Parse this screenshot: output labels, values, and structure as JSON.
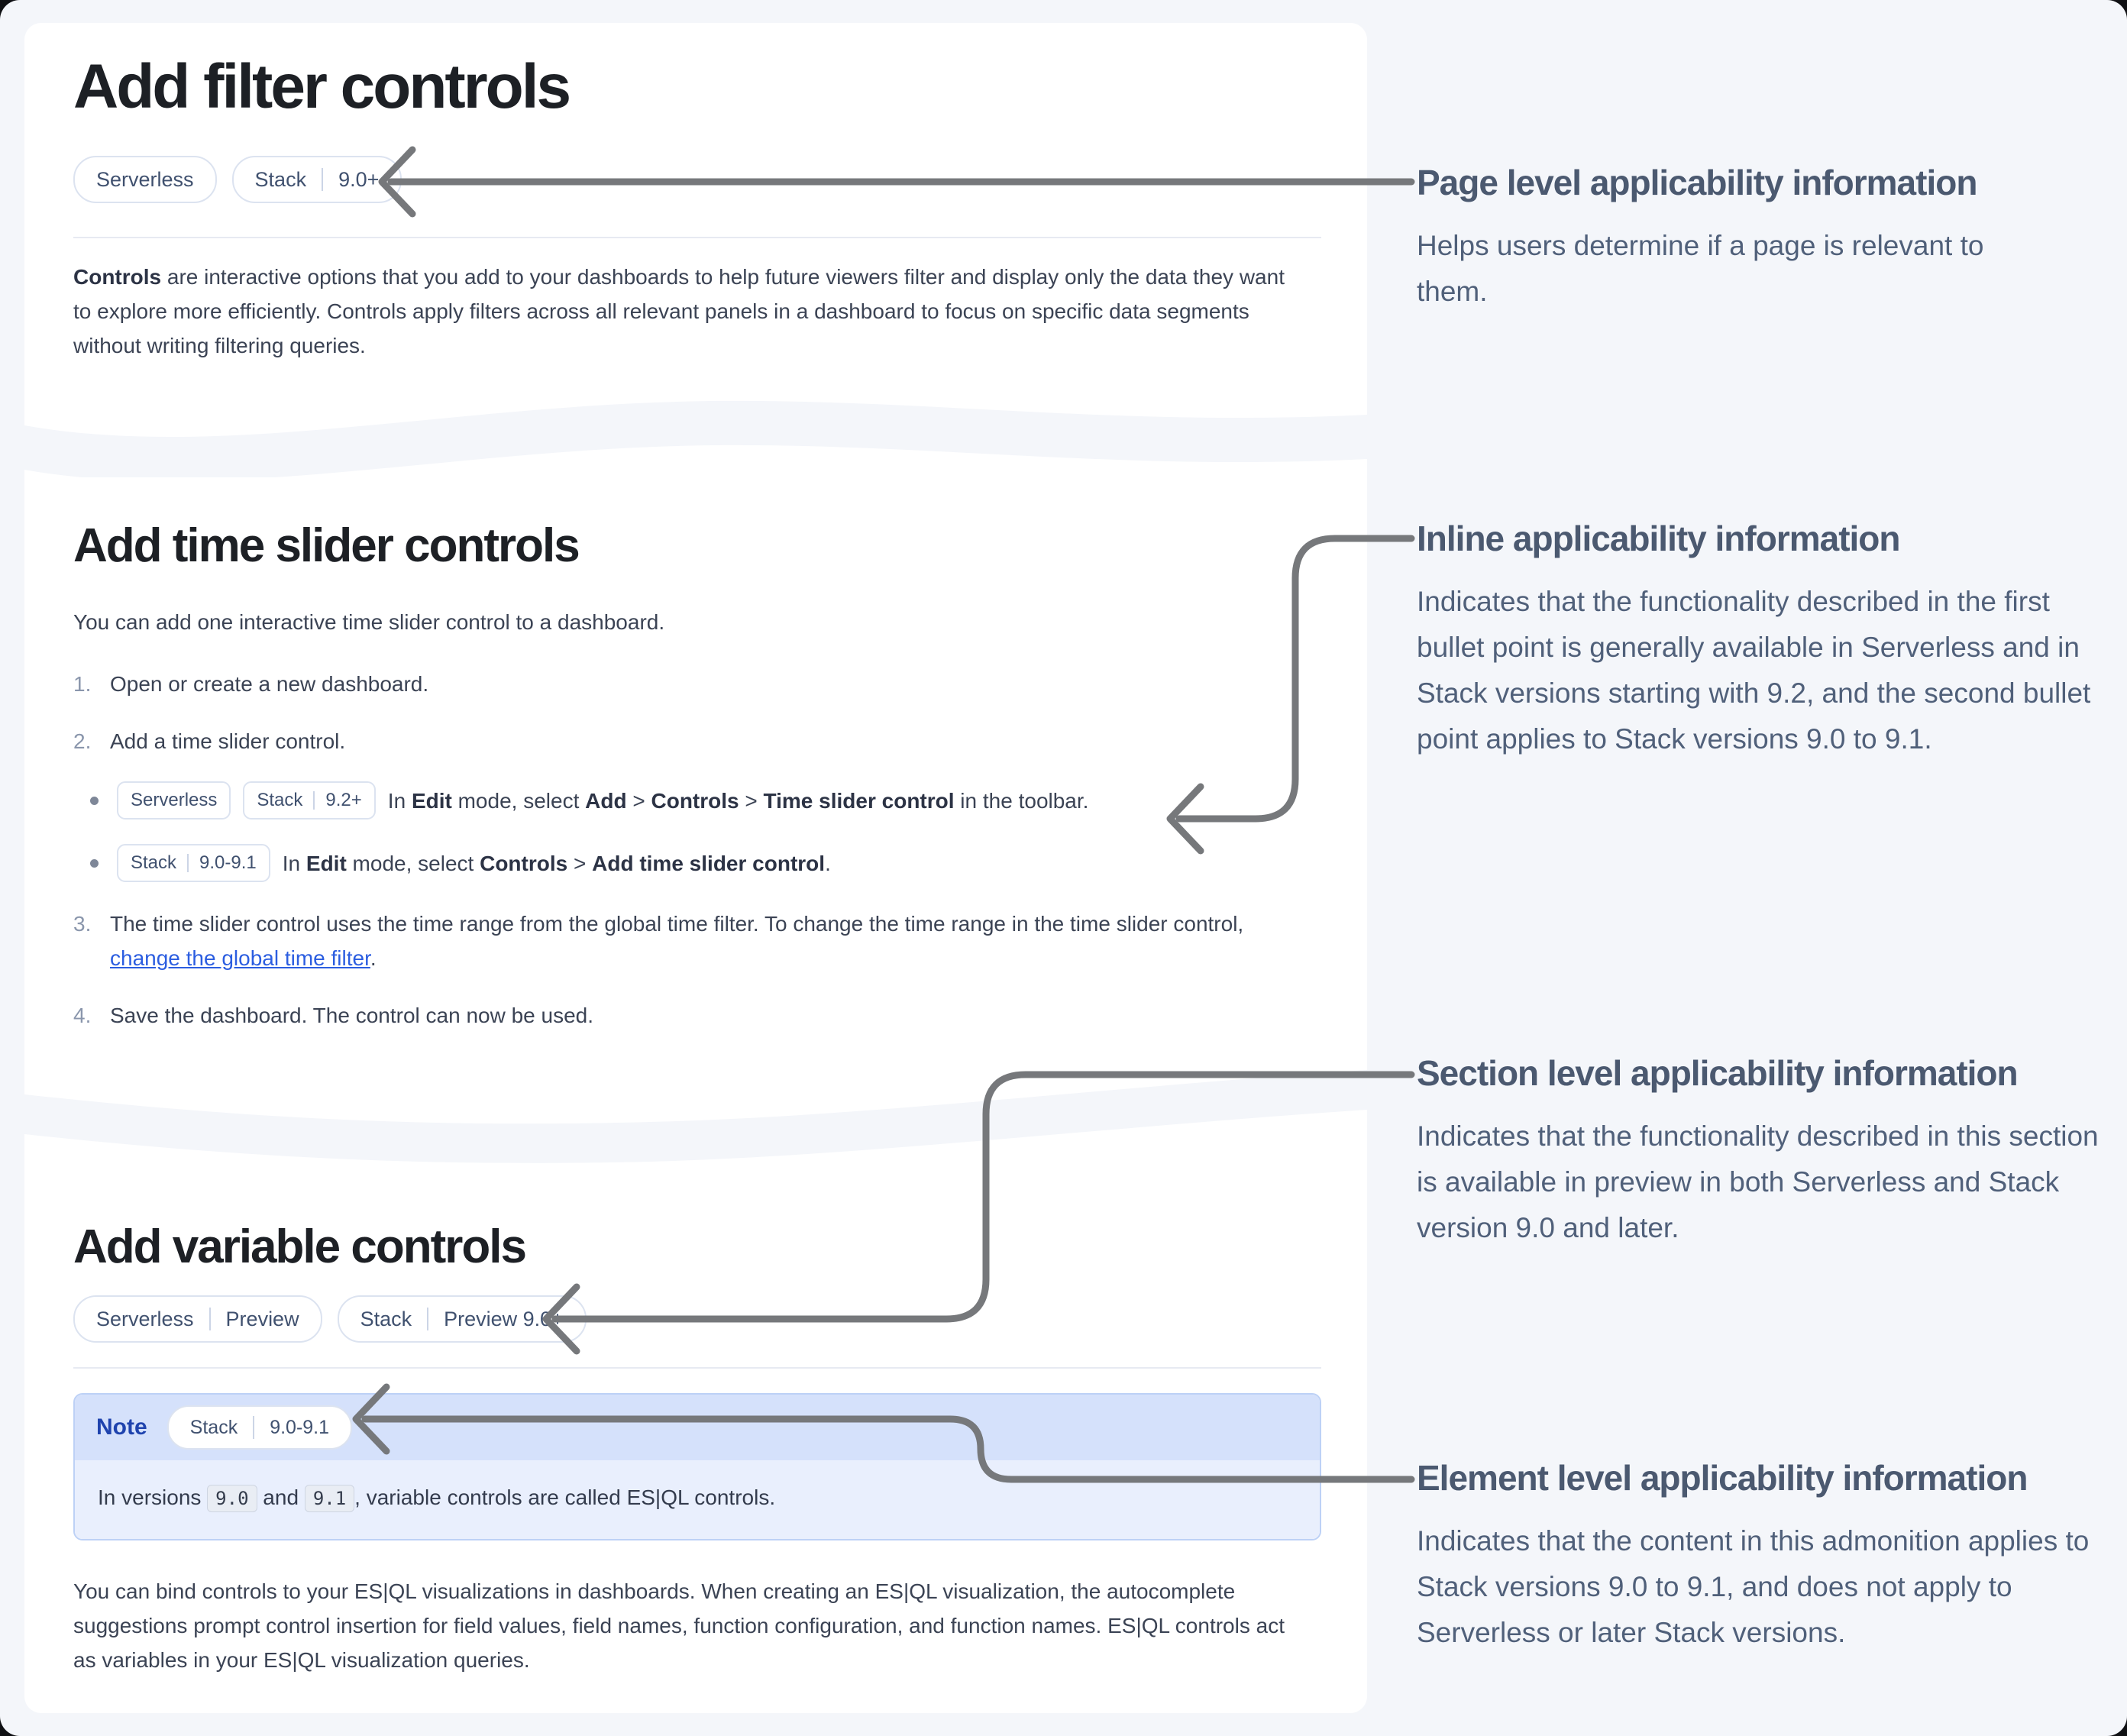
{
  "colors": {
    "page_bg": "#f4f6fa",
    "card_bg": "#ffffff",
    "arrow_gray": "#76787b",
    "link_blue": "#2b5de0",
    "note_label_blue": "#1f43ae",
    "note_header_bg": "#d5e1fb",
    "note_body_bg": "#e9effd"
  },
  "card_filter": {
    "title": "Add filter controls",
    "badge1": "Serverless",
    "badge2_left": "Stack",
    "badge2_right": "9.0+",
    "para_bold": "Controls",
    "para_rest": " are interactive options that you add to your dashboards to help future viewers filter and display only the data they want to explore more efficiently. Controls apply filters across all relevant panels in a dashboard to focus on specific data segments without writing filtering queries."
  },
  "card_time": {
    "title": "Add time slider controls",
    "intro": "You can add one interactive time slider control to a dashboard.",
    "num1": "1.",
    "num2": "2.",
    "num3": "3.",
    "num4": "4.",
    "step1": "Open or create a new dashboard.",
    "step2": "Add a time slider control.",
    "b1_chip1": "Serverless",
    "b1_chip2_left": "Stack",
    "b1_chip2_right": "9.2+",
    "b1_t1": "In ",
    "b1_b1": "Edit",
    "b1_t2": " mode, select ",
    "b1_b2": "Add",
    "b1_t3": " > ",
    "b1_b3": "Controls",
    "b1_t4": " > ",
    "b1_b4": "Time slider control",
    "b1_t5": " in the toolbar.",
    "b2_chip_left": "Stack",
    "b2_chip_right": "9.0-9.1",
    "b2_t1": "In ",
    "b2_b1": "Edit",
    "b2_t2": " mode, select ",
    "b2_b2": "Controls",
    "b2_t3": " > ",
    "b2_b3": "Add time slider control",
    "b2_t4": ".",
    "step3_t1": "The time slider control uses the time range from the global time filter. To change the time range in the time slider control, ",
    "step3_link": "change the global time filter",
    "step3_t2": ".",
    "step4": "Save the dashboard. The control can now be used."
  },
  "card_variable": {
    "title": "Add variable controls",
    "badge1_left": "Serverless",
    "badge1_right": "Preview",
    "badge2_left": "Stack",
    "badge2_right": "Preview  9.0+",
    "note_label": "Note",
    "note_chip_left": "Stack",
    "note_chip_right": "9.0-9.1",
    "note_t1": "In versions ",
    "note_code1": "9.0",
    "note_t2": " and ",
    "note_code2": "9.1",
    "note_t3": ", variable controls are called ES|QL controls.",
    "para": "You can bind controls to your ES|QL visualizations in dashboards. When creating an ES|QL visualization, the autocomplete suggestions prompt control insertion for field values, field names, function configuration, and function names. ES|QL controls act as variables in your ES|QL visualization queries."
  },
  "annotations": {
    "page": {
      "title": "Page level applicability information",
      "body": "Helps users determine if a page is relevant to them."
    },
    "inline": {
      "title": "Inline applicability information",
      "body": "Indicates that the functionality described in the first bullet point is generally available in Serverless and in Stack versions starting with 9.2, and the second bullet point applies to Stack versions 9.0 to 9.1."
    },
    "section": {
      "title": "Section level applicability information",
      "body": "Indicates that the functionality described in this section is available in preview in both Serverless and Stack version 9.0 and later."
    },
    "element": {
      "title": "Element level applicability information",
      "body": "Indicates that the content in this admonition applies to Stack versions 9.0 to 9.1, and does not apply to Serverless or later Stack versions."
    }
  }
}
